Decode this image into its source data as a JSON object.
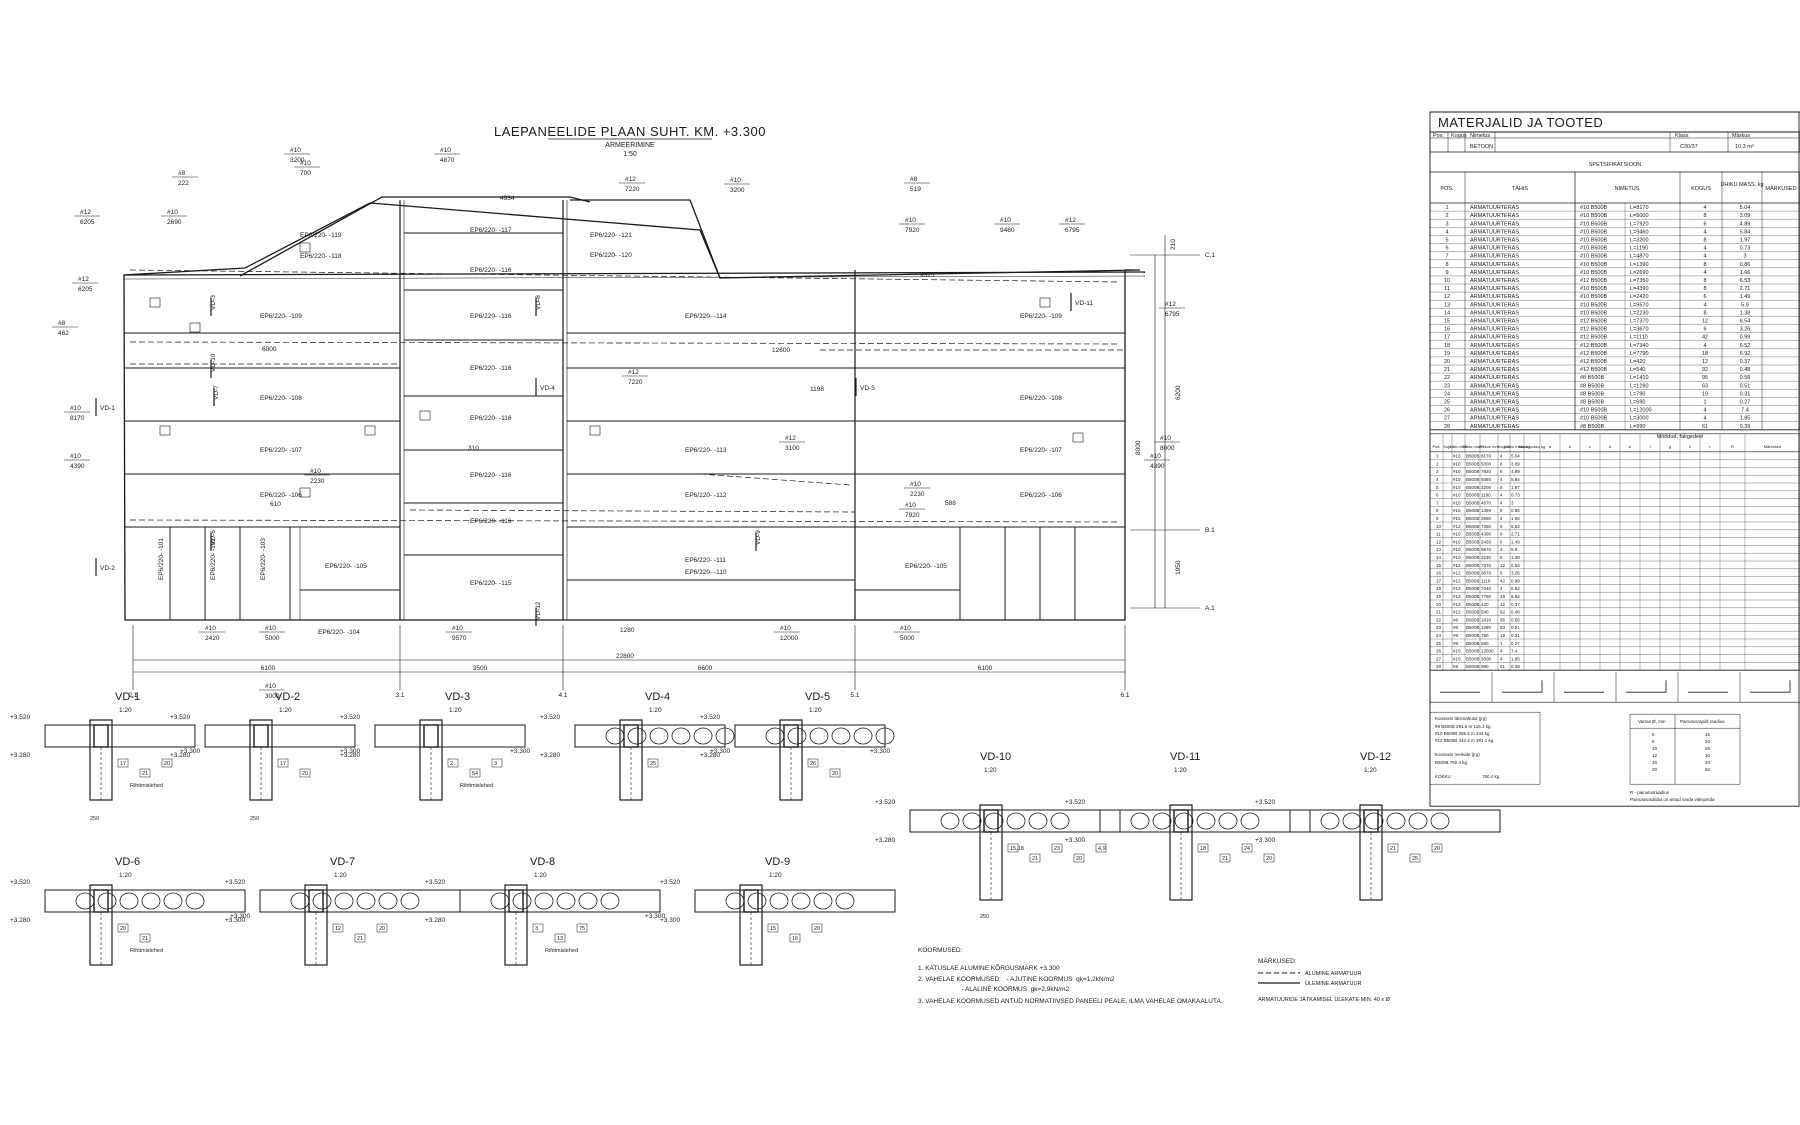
{
  "plan": {
    "title": "LAEPANEELIDE PLAAN SUHT. KM. +3.300",
    "subtitle": "ARMEERIMINE",
    "scale": "1:50",
    "grid_axes_bottom": [
      "2.1",
      "3.1",
      "4.1",
      "5.1",
      "6.1"
    ],
    "grid_axes_right": [
      "C.1",
      "B.1",
      "A.1"
    ],
    "bottom_dims": [
      "6100",
      "3500",
      "6600",
      "6100"
    ],
    "overall_dim": "22800",
    "vertical_dims": [
      "6200",
      "1950",
      "8000",
      "210"
    ],
    "panel_labels": [
      "EP6/220- -119",
      "EP6/220- -118",
      "EP6/220- -117",
      "EP6/220- -116",
      "EP6/220- -109",
      "EP6/220- -108",
      "EP6/220- -107",
      "EP6/220- -106",
      "EP6/220- -105",
      "EP6/220- -104",
      "EP6/220- -115",
      "EP6/220- -114",
      "EP6/220- -113",
      "EP6/220- -112",
      "EP6/220- -111",
      "EP6/220- -110",
      "EP6/220- -121",
      "EP6/220- -120",
      "EP6/220- -101",
      "EP6/220- -102",
      "EP6/220- -103"
    ],
    "vd_markers": [
      "VD-1",
      "VD-2",
      "VD-3",
      "VD-4",
      "VD-5",
      "VD-6",
      "VD-7",
      "VD-8",
      "VD-9",
      "VD-10",
      "VD-11",
      "VD-12"
    ],
    "rebar_notes": [
      "#10 3200",
      "#10 4870",
      "#10 700",
      "#12 7220",
      "#10 3200",
      "#8 519",
      "#12 6205",
      "#10 2690",
      "#8 222",
      "#12 6205",
      "#8 462",
      "#10 7920",
      "#10 9460",
      "#12 6795",
      "#12 6795",
      "#10 8170",
      "#10 4390",
      "#10 4390",
      "#10 8000",
      "#10 2230",
      "#10 2420",
      "#10 5000",
      "#10 9570",
      "#10 12000",
      "#10 5000",
      "#10 7920",
      "#10 3000",
      "#12 7220",
      "#12 3100",
      "#10 2230"
    ],
    "dims_misc": [
      "6000",
      "12600",
      "9375",
      "1198",
      "1280",
      "610",
      "310",
      "588",
      "4934"
    ]
  },
  "details": [
    {
      "name": "VD-1",
      "scale": "1:20",
      "levels": [
        "+3.520",
        "+3.280",
        "+3.300"
      ],
      "note": "Rihtimislehed",
      "dim": "250",
      "tags": [
        "17",
        "21",
        "20"
      ]
    },
    {
      "name": "VD-2",
      "scale": "1:20",
      "levels": [
        "+3.520",
        "+3.280",
        "+3.300"
      ],
      "note": "",
      "dim": "250",
      "tags": [
        "17",
        "20"
      ]
    },
    {
      "name": "VD-3",
      "scale": "1:20",
      "levels": [
        "+3.520",
        "+3.280",
        "+3.300"
      ],
      "note": "Rihtimislehed",
      "dim": "",
      "tags": [
        "2",
        "54",
        "3"
      ]
    },
    {
      "name": "VD-4",
      "scale": "1:20",
      "levels": [
        "+3.520",
        "+3.280",
        "+3.300"
      ],
      "note": "",
      "dim": "",
      "tags": [
        "25"
      ]
    },
    {
      "name": "VD-5",
      "scale": "1:20",
      "levels": [
        "+3.520",
        "+3.280",
        "+3.300"
      ],
      "note": "",
      "dim": "",
      "tags": [
        "26",
        "20"
      ]
    },
    {
      "name": "VD-6",
      "scale": "1:20",
      "levels": [
        "+3.520",
        "+3.280",
        "+3.300"
      ],
      "note": "Rihtimislehed",
      "dim": "",
      "tags": [
        "20",
        "21"
      ]
    },
    {
      "name": "VD-7",
      "scale": "1:20",
      "levels": [
        "+3.520",
        "+3.300"
      ],
      "note": "",
      "dim": "",
      "tags": [
        "12",
        "21",
        "20"
      ]
    },
    {
      "name": "VD-8",
      "scale": "1:20",
      "levels": [
        "+3.520",
        "+3.280",
        "+3.300"
      ],
      "note": "Rihtimislehed",
      "dim": "",
      "tags": [
        "3",
        "13",
        "75"
      ]
    },
    {
      "name": "VD-9",
      "scale": "1:20",
      "levels": [
        "+3.520",
        "+3.300"
      ],
      "note": "",
      "dim": "",
      "tags": [
        "15",
        "16",
        "20"
      ]
    },
    {
      "name": "VD-10",
      "scale": "1:20",
      "levels": [
        "+3.520",
        "+3.280"
      ],
      "note": "",
      "dim": "250",
      "tags": [
        "15,18",
        "21",
        "23",
        "20",
        "4,9"
      ]
    },
    {
      "name": "VD-11",
      "scale": "1:20",
      "levels": [
        "+3.520",
        "+3.300"
      ],
      "note": "",
      "dim": "",
      "tags": [
        "18",
        "21",
        "24",
        "20"
      ]
    },
    {
      "name": "VD-12",
      "scale": "1:20",
      "levels": [
        "+3.520",
        "+3.300"
      ],
      "note": "",
      "dim": "",
      "tags": [
        "21",
        "25",
        "20"
      ]
    }
  ],
  "notes": {
    "title": "KOORMUSED:",
    "lines": [
      "1. KATUSLAE ALUMINE KÕRGUSMÄRK +3.300",
      "2. VAHELAE KOORMUSED:   - AJUTINE KOORMUS  qk=1,2kN/m2",
      "                        - ALALINE KOORMUS  gk=2,9kN/m2",
      "3. VAHELAE KOORMUSED ANTUD NORMATIIVSED PANEELI PEALE, ILMA VAHELAE OMAKAALUTA."
    ]
  },
  "legend": {
    "title": "MÄRKUSED:",
    "items": [
      "ALUMINE ARMATUUR",
      "ÜLEMINE ARMATUUR"
    ],
    "note": "ARMATUURIDE JÄTKAMISEL ÜLEKATE MIN. 40 x Ø"
  },
  "table": {
    "title": "MATERJALID JA TOOTED",
    "material_headers": [
      "Pos.",
      "Kogus",
      "Nimetus",
      "Klass",
      "Märkus"
    ],
    "material_row": {
      "name": "BETOON",
      "class": "C30/37",
      "amount": "10.3 m³"
    },
    "spec_title": "SPETSIFIKATSIOON",
    "spec_headers": [
      "POS.",
      "TÄHIS",
      "NIMETUS",
      "KOGUS",
      "ÜHIKU MASS, kg",
      "MÄRKUSED"
    ],
    "rows": [
      [
        "1",
        "ARMATUURTERAS",
        "#10 B500B",
        "L=8170",
        "4",
        "5.04"
      ],
      [
        "2",
        "ARMATUURTERAS",
        "#10 B500B",
        "L=5000",
        "8",
        "3.09"
      ],
      [
        "3",
        "ARMATUURTERAS",
        "#10 B500B",
        "L=7920",
        "6",
        "4.89"
      ],
      [
        "4",
        "ARMATUURTERAS",
        "#10 B500B",
        "L=9460",
        "4",
        "5.84"
      ],
      [
        "5",
        "ARMATUURTERAS",
        "#10 B500B",
        "L=3200",
        "8",
        "1.97"
      ],
      [
        "6",
        "ARMATUURTERAS",
        "#10 B500B",
        "L=1190",
        "4",
        "0.73"
      ],
      [
        "7",
        "ARMATUURTERAS",
        "#10 B500B",
        "L=4870",
        "4",
        "3"
      ],
      [
        "8",
        "ARMATUURTERAS",
        "#10 B500B",
        "L=1390",
        "8",
        "0.86"
      ],
      [
        "9",
        "ARMATUURTERAS",
        "#10 B500B",
        "L=2690",
        "4",
        "1.66"
      ],
      [
        "10",
        "ARMATUURTERAS",
        "#12 B500B",
        "L=7350",
        "8",
        "6.53"
      ],
      [
        "11",
        "ARMATUURTERAS",
        "#10 B500B",
        "L=4390",
        "8",
        "2.71"
      ],
      [
        "12",
        "ARMATUURTERAS",
        "#10 B500B",
        "L=2420",
        "6",
        "1.49"
      ],
      [
        "13",
        "ARMATUURTERAS",
        "#10 B500B",
        "L=9570",
        "4",
        "5.9"
      ],
      [
        "14",
        "ARMATUURTERAS",
        "#10 B500B",
        "L=2230",
        "8",
        "1.38"
      ],
      [
        "15",
        "ARMATUURTERAS",
        "#12 B500B",
        "L=7370",
        "12",
        "6.54"
      ],
      [
        "16",
        "ARMATUURTERAS",
        "#12 B500B",
        "L=3670",
        "6",
        "3.26"
      ],
      [
        "17",
        "ARMATUURTERAS",
        "#12 B500B",
        "L=1110",
        "42",
        "0.99"
      ],
      [
        "18",
        "ARMATUURTERAS",
        "#12 B500B",
        "L=7340",
        "4",
        "6.52"
      ],
      [
        "19",
        "ARMATUURTERAS",
        "#12 B500B",
        "L=7790",
        "18",
        "6.92"
      ],
      [
        "20",
        "ARMATUURTERAS",
        "#12 B500B",
        "L=420",
        "12",
        "0.37"
      ],
      [
        "21",
        "ARMATUURTERAS",
        "#12 B500B",
        "L=540",
        "92",
        "0.48"
      ],
      [
        "22",
        "ARMATUURTERAS",
        "#8 B500B",
        "L=1410",
        "95",
        "0.56"
      ],
      [
        "23",
        "ARMATUURTERAS",
        "#8 B500B",
        "L=1290",
        "63",
        "0.51"
      ],
      [
        "24",
        "ARMATUURTERAS",
        "#8 B500B",
        "L=790",
        "19",
        "0.31"
      ],
      [
        "25",
        "ARMATUURTERAS",
        "#8 B500B",
        "L=690",
        "1",
        "0.27"
      ],
      [
        "26",
        "ARMATUURTERAS",
        "#10 B500B",
        "L=12000",
        "4",
        "7.4"
      ],
      [
        "27",
        "ARMATUURTERAS",
        "#10 B500B",
        "L=3000",
        "4",
        "1.85"
      ],
      [
        "28",
        "ARMATUURTERAS",
        "#8 B500B",
        "L=990",
        "61",
        "0.39"
      ]
    ],
    "bend_title": "Mõõdud, fakgedeel",
    "bend_headers": [
      "Pos.",
      "Kuju",
      "Läbi-mõõt",
      "Teras mark",
      "Pikkus mm",
      "Kogus",
      "Ühiku mass kg",
      "Mass kokku kg",
      "a",
      "b",
      "c",
      "d",
      "e",
      "f",
      "g",
      "h",
      "r",
      "R",
      "Märkused"
    ],
    "totals": {
      "title1": "Koosseis täismahutid (jrg)",
      "rows1": [
        "#8  B500B  291.5 m  115.3 kg",
        "#10 B500B  395.5 m  244 kg",
        "#12 B500B  442.4 m  391.1 kg"
      ],
      "title2": "Koosseis merkide (jrg)",
      "rows2": [
        "B500B  750.4 kg"
      ],
      "total_label": "KOKKU",
      "total_value": "750.4 kg"
    },
    "bend_radius_table": {
      "headers": [
        "Varras Ø, mm",
        "Painutusrapidi raadius"
      ],
      "rows": [
        [
          "6",
          "15"
        ],
        [
          "8",
          "20"
        ],
        [
          "10",
          "25"
        ],
        [
          "12",
          "30"
        ],
        [
          "16",
          "40"
        ],
        [
          "20",
          "50"
        ]
      ]
    },
    "bend_footnotes": [
      "R - painutusraadius",
      "Painutusradiidid on antud varda välispinda"
    ]
  }
}
